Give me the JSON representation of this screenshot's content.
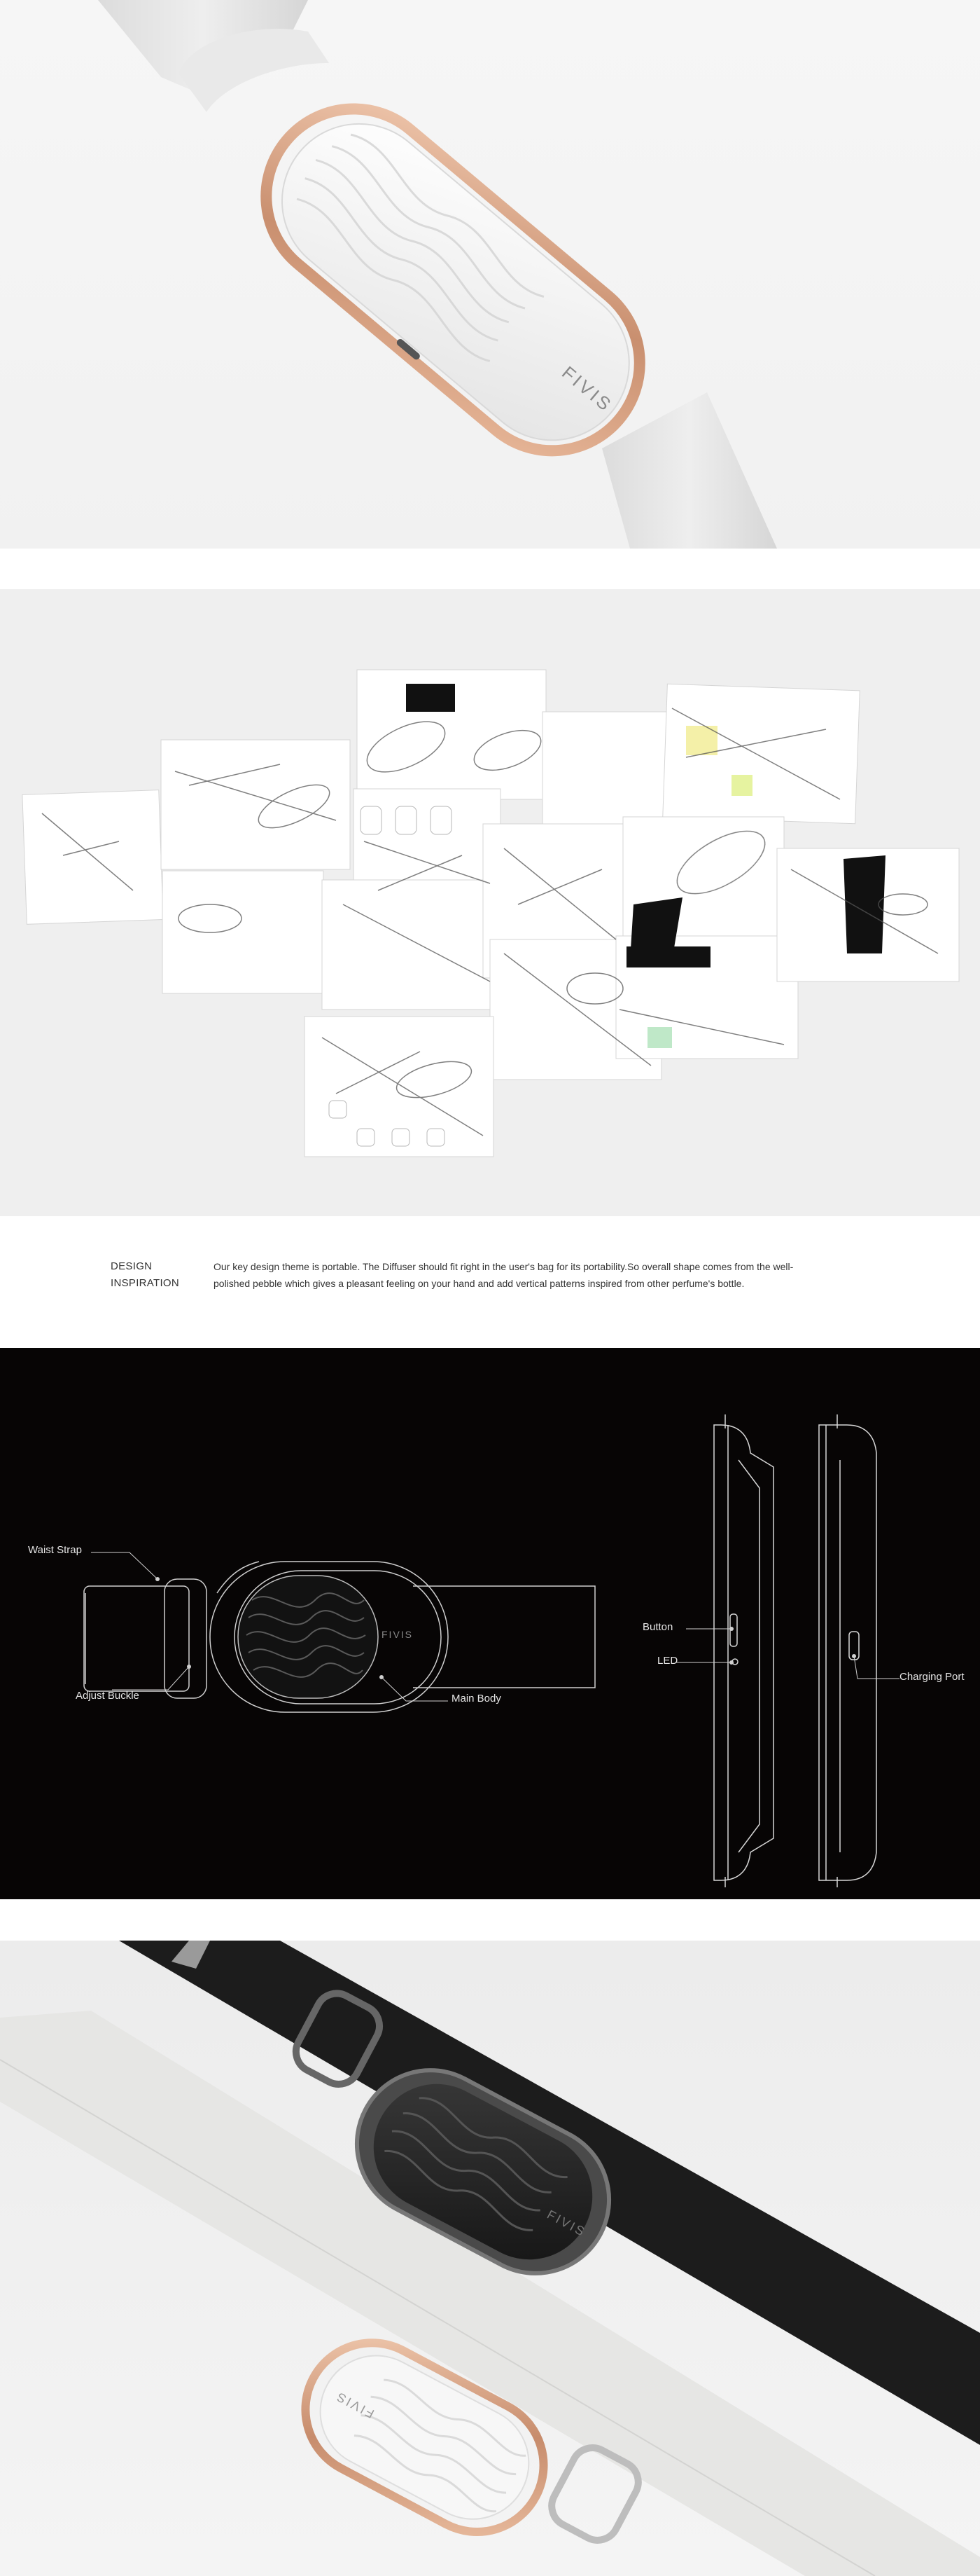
{
  "brand_mark": "FIVIS",
  "inspiration": {
    "title_line1": "DESIGN",
    "title_line2": "INSPIRATION",
    "body": "Our key design theme is portable. The Diffuser should fit right in the user's bag for its portability.So overall shape comes from the well-polished pebble which gives a pleasant feeling on your hand and add vertical patterns inspired from other perfume's bottle."
  },
  "diagram": {
    "labels": {
      "waist_strap": "Waist Strap",
      "adjust_buckle": "Adjust Buckle",
      "main_body": "Main Body",
      "button": "Button",
      "led": "LED",
      "charging_port": "Charging Port"
    }
  },
  "colors": {
    "rose_gold": "#d9a98b",
    "diagram_bg": "#070505",
    "strap_white": "#e6e6e4",
    "strap_black": "#1c1c1c"
  }
}
